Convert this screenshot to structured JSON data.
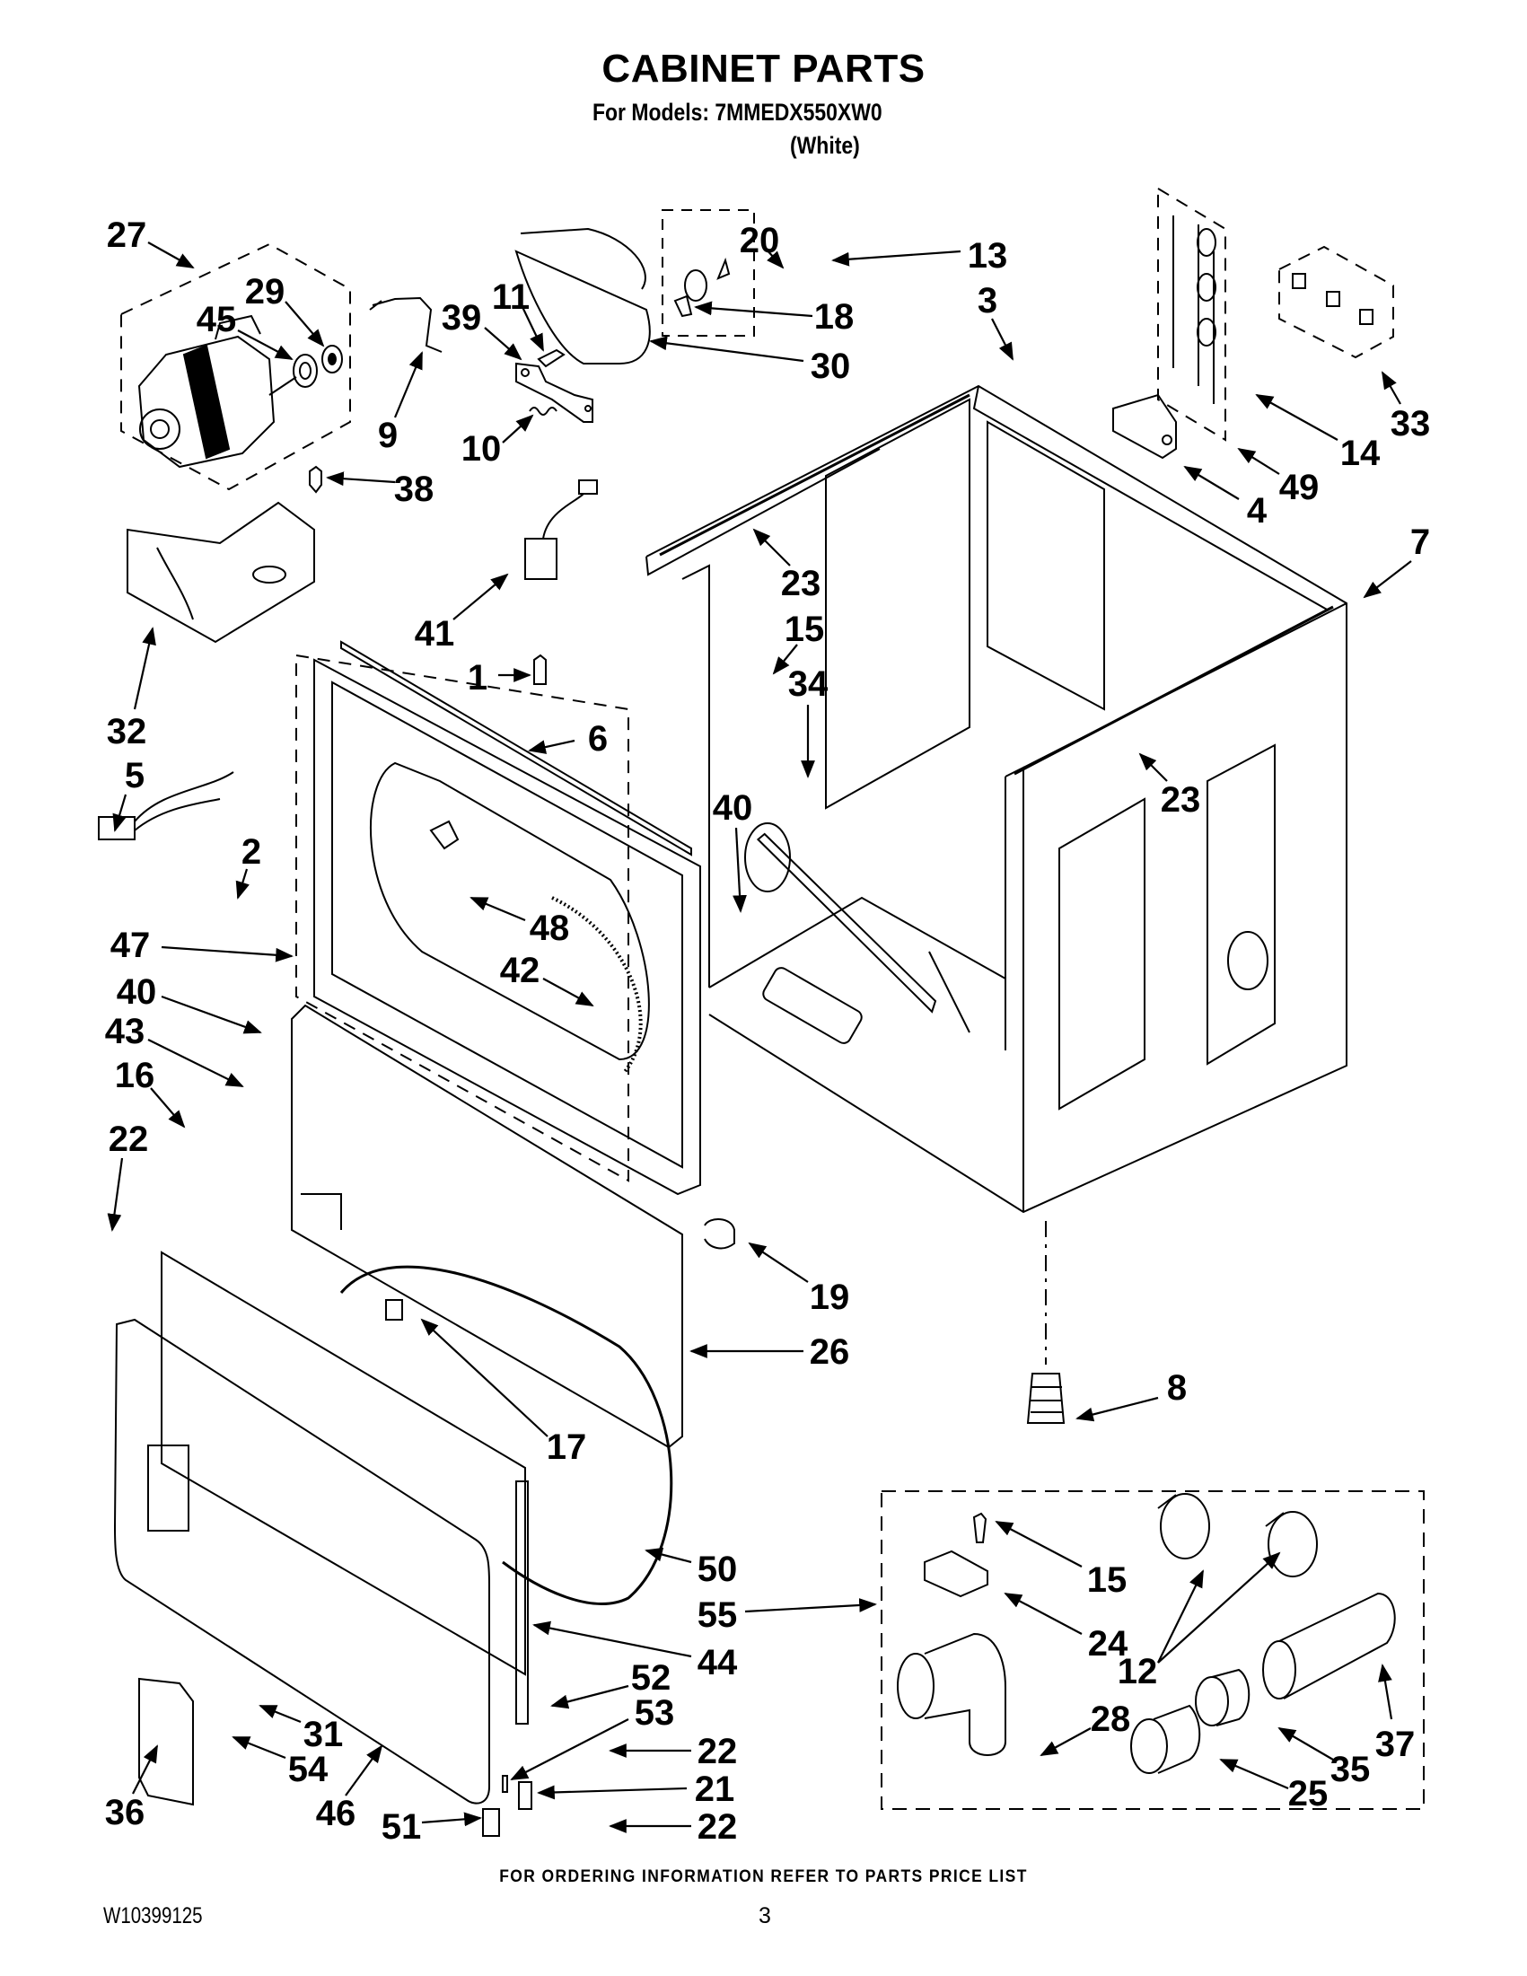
{
  "header": {
    "title": "CABINET PARTS",
    "models_line": "For Models: 7MMEDX550XW0",
    "color": "(White)"
  },
  "diagram": {
    "type": "exploded-parts-diagram",
    "subject": "Dryer cabinet",
    "callouts": [
      {
        "id": "c27",
        "label": "27"
      },
      {
        "id": "c29",
        "label": "29"
      },
      {
        "id": "c45",
        "label": "45"
      },
      {
        "id": "c9",
        "label": "9"
      },
      {
        "id": "c39",
        "label": "39"
      },
      {
        "id": "c11",
        "label": "11"
      },
      {
        "id": "c10",
        "label": "10"
      },
      {
        "id": "c38",
        "label": "38"
      },
      {
        "id": "c20",
        "label": "20"
      },
      {
        "id": "c18",
        "label": "18"
      },
      {
        "id": "c13",
        "label": "13"
      },
      {
        "id": "c30",
        "label": "30"
      },
      {
        "id": "c3",
        "label": "3"
      },
      {
        "id": "c33",
        "label": "33"
      },
      {
        "id": "c14",
        "label": "14"
      },
      {
        "id": "c49",
        "label": "49"
      },
      {
        "id": "c4",
        "label": "4"
      },
      {
        "id": "c7",
        "label": "7"
      },
      {
        "id": "c23a",
        "label": "23"
      },
      {
        "id": "c41",
        "label": "41"
      },
      {
        "id": "c1",
        "label": "1"
      },
      {
        "id": "c15a",
        "label": "15"
      },
      {
        "id": "c34",
        "label": "34"
      },
      {
        "id": "c32",
        "label": "32"
      },
      {
        "id": "c6",
        "label": "6"
      },
      {
        "id": "c5",
        "label": "5"
      },
      {
        "id": "c23b",
        "label": "23"
      },
      {
        "id": "c40a",
        "label": "40"
      },
      {
        "id": "c2",
        "label": "2"
      },
      {
        "id": "c48",
        "label": "48"
      },
      {
        "id": "c47",
        "label": "47"
      },
      {
        "id": "c42",
        "label": "42"
      },
      {
        "id": "c40b",
        "label": "40"
      },
      {
        "id": "c43",
        "label": "43"
      },
      {
        "id": "c16",
        "label": "16"
      },
      {
        "id": "c22a",
        "label": "22"
      },
      {
        "id": "c19",
        "label": "19"
      },
      {
        "id": "c26",
        "label": "26"
      },
      {
        "id": "c8",
        "label": "8"
      },
      {
        "id": "c17",
        "label": "17"
      },
      {
        "id": "c50",
        "label": "50"
      },
      {
        "id": "c55",
        "label": "55"
      },
      {
        "id": "c15b",
        "label": "15"
      },
      {
        "id": "c24",
        "label": "24"
      },
      {
        "id": "c12",
        "label": "12"
      },
      {
        "id": "c44",
        "label": "44"
      },
      {
        "id": "c52",
        "label": "52"
      },
      {
        "id": "c53",
        "label": "53"
      },
      {
        "id": "c28",
        "label": "28"
      },
      {
        "id": "c37",
        "label": "37"
      },
      {
        "id": "c31",
        "label": "31"
      },
      {
        "id": "c22b",
        "label": "22"
      },
      {
        "id": "c35",
        "label": "35"
      },
      {
        "id": "c21",
        "label": "21"
      },
      {
        "id": "c54",
        "label": "54"
      },
      {
        "id": "c25",
        "label": "25"
      },
      {
        "id": "c36",
        "label": "36"
      },
      {
        "id": "c46",
        "label": "46"
      },
      {
        "id": "c51",
        "label": "51"
      },
      {
        "id": "c22c",
        "label": "22"
      }
    ]
  },
  "footer": {
    "ordering_note": "FOR ORDERING INFORMATION REFER TO PARTS PRICE LIST",
    "document_number": "W10399125",
    "page_number": "3"
  }
}
